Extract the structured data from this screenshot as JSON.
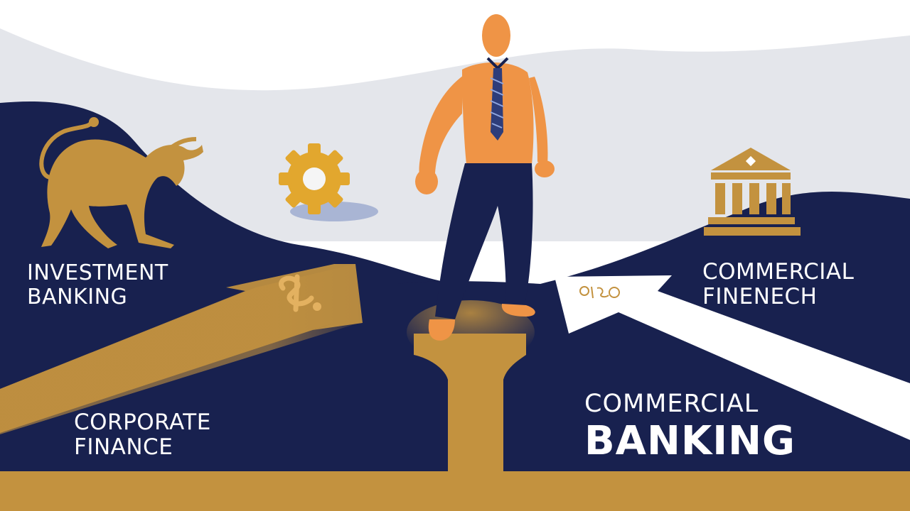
{
  "labels": {
    "investment_banking": [
      "INVESTMENT",
      "BANKING"
    ],
    "corporate_finance": [
      "CORPORATE",
      "FINANCE"
    ],
    "commercial_fintech": [
      "COMMERCIAL",
      "FINENECH"
    ],
    "commercial_banking": [
      "COMMERCIAL",
      "BANKING"
    ]
  },
  "colors": {
    "navy": "#18214f",
    "gold": "#c3923f",
    "orange": "#ef9446",
    "mist": "#e4e6eb",
    "white": "#ffffff"
  },
  "icons": [
    "bull-icon",
    "gear-icon",
    "bank-building-icon",
    "dollar-sign-icon",
    "coin-symbol-icon"
  ]
}
